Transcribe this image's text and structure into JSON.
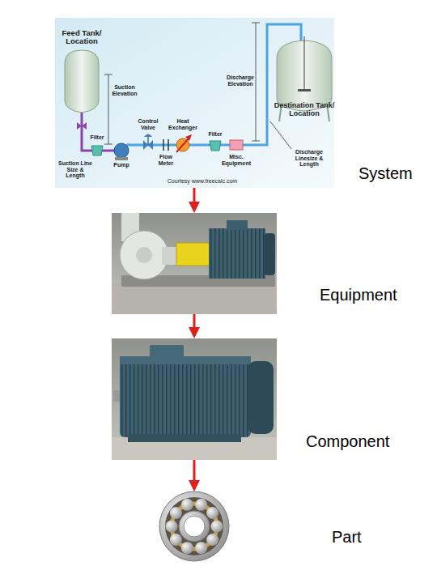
{
  "diagram": {
    "nodes": [
      {
        "text": [
          "System"
        ]
      },
      {
        "text": [
          "Equipment"
        ]
      },
      {
        "text": [
          "Component"
        ]
      },
      {
        "text": [
          "Part"
        ]
      }
    ],
    "edges": [
      {
        "from": 0,
        "to": 1,
        "arrow": "to"
      },
      {
        "from": 1,
        "to": 2,
        "arrow": "to"
      },
      {
        "from": 2,
        "to": 3,
        "arrow": "to"
      }
    ],
    "labels": [
      "Feed Tank/ Location",
      "Suction Elevation",
      "Filter",
      "Suction Line Size & Length",
      "Pump",
      "Control Valve",
      "Flow Meter",
      "Heat Exchanger",
      "Filter",
      "Misc. Equipment",
      "Discharge Elevation",
      "Destination Tank/ Location",
      "Discharge Linesize & Length",
      "Courtesy www.freecalc.com"
    ]
  }
}
